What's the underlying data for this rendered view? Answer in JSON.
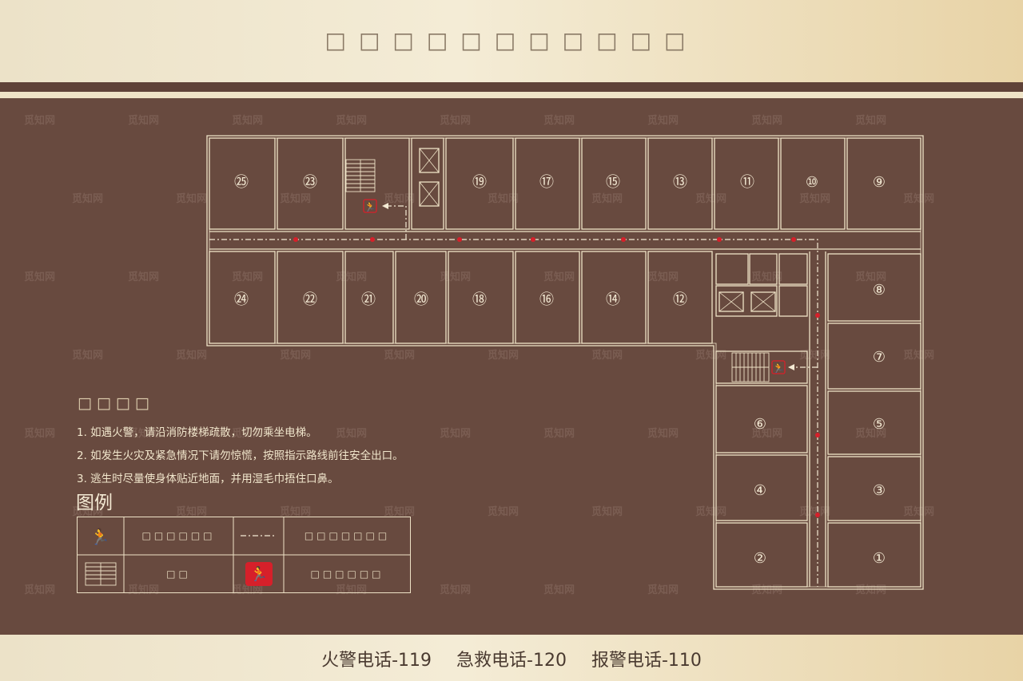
{
  "header": {
    "title": "□□□□□□□□□□□"
  },
  "rooms": {
    "r25": "㉕",
    "r23": "㉓",
    "r19": "⑲",
    "r17": "⑰",
    "r15": "⑮",
    "r13": "⑬",
    "r11": "⑪",
    "r10": "⑩",
    "r9": "⑨",
    "r24": "㉔",
    "r22": "㉒",
    "r21": "㉑",
    "r20": "⑳",
    "r18": "⑱",
    "r16": "⑯",
    "r14": "⑭",
    "r12": "⑫",
    "r8": "⑧",
    "r7": "⑦",
    "r6": "⑥",
    "r5": "⑤",
    "r4": "④",
    "r3": "③",
    "r2": "②",
    "r1": "①"
  },
  "notice": {
    "title": "□□□□",
    "items": [
      "1. 如遇火警，请沿消防楼梯疏散，切勿乘坐电梯。",
      "2. 如发生火灾及紧急情况下请勿惊慌，按照指示路线前往安全出口。",
      "3. 逃生时尽量使身体贴近地面，并用湿毛巾捂住口鼻。"
    ]
  },
  "legend": {
    "title": "图例",
    "exit_label": "□□□□□□",
    "route_label": "□□□□□□□",
    "stairs_label": "□□",
    "exit_sign_label": "□□□□□□"
  },
  "footer": {
    "fire": "火警电话-119",
    "ambulance": "急救电话-120",
    "police": "报警电话-110"
  },
  "watermark": "觅知网",
  "colors": {
    "background": "#684a3f",
    "header": "#f1e6cc",
    "line": "#efe3c7",
    "accent_red": "#d6202a"
  }
}
